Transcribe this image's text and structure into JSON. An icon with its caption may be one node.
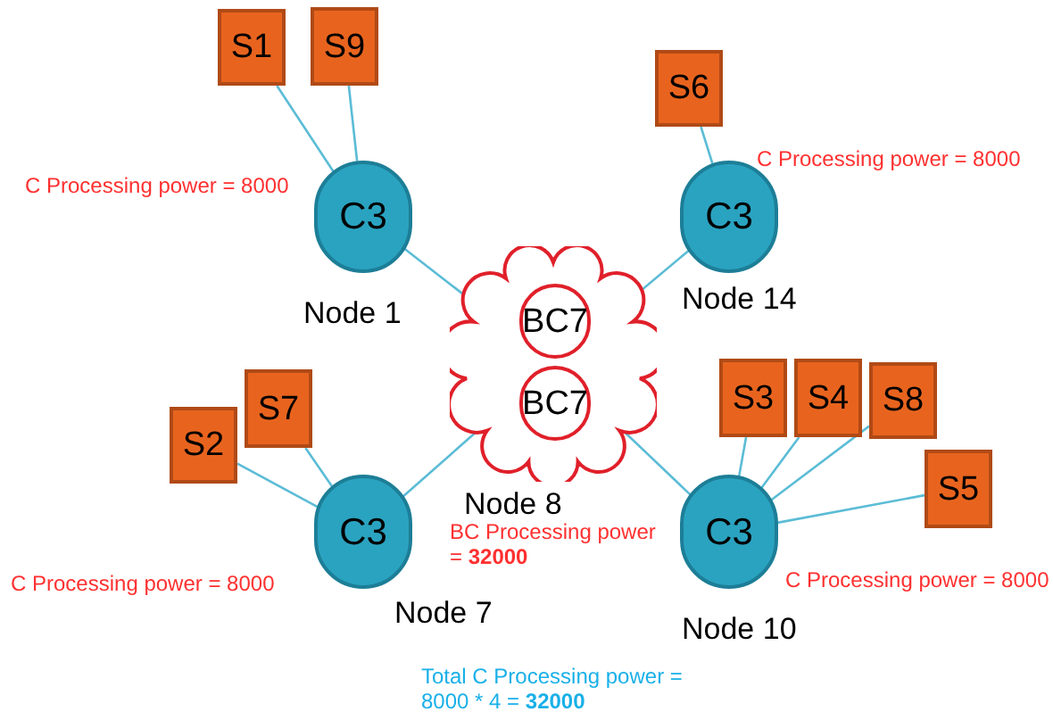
{
  "diagram": {
    "nodes": [
      {
        "text": [
          "S1"
        ]
      },
      {
        "text": [
          "S9"
        ]
      },
      {
        "text": [
          "S6"
        ]
      },
      {
        "text": [
          "C3"
        ],
        "beside": [
          "C Processing power = 8000",
          "Node 1"
        ]
      },
      {
        "text": [
          "C3"
        ],
        "beside": [
          "C Processing power = 8000",
          "Node 14"
        ]
      },
      {
        "text": [],
        "shape": "cloud",
        "beside": [
          "Node 8",
          "BC Processing power = **32000**"
        ]
      },
      {
        "text": [
          "BC7"
        ],
        "in": 5
      },
      {
        "text": [
          "BC7"
        ],
        "in": 5
      },
      {
        "text": [
          "S2"
        ]
      },
      {
        "text": [
          "S7"
        ]
      },
      {
        "text": [
          "S3"
        ]
      },
      {
        "text": [
          "S4"
        ]
      },
      {
        "text": [
          "S8"
        ]
      },
      {
        "text": [
          "S5"
        ]
      },
      {
        "text": [
          "C3"
        ],
        "beside": [
          "C Processing power = 8000",
          "Node 7"
        ]
      },
      {
        "text": [
          "C3"
        ],
        "beside": [
          "C Processing power = 8000",
          "Node 10"
        ]
      }
    ],
    "edges": [
      {
        "from": 0,
        "to": 3,
        "arrow": "none"
      },
      {
        "from": 1,
        "to": 3,
        "arrow": "none"
      },
      {
        "from": 2,
        "to": 4,
        "arrow": "none"
      },
      {
        "from": 3,
        "to": 5,
        "arrow": "none"
      },
      {
        "from": 4,
        "to": 5,
        "arrow": "none"
      },
      {
        "from": 8,
        "to": 14,
        "arrow": "none"
      },
      {
        "from": 9,
        "to": 14,
        "arrow": "none"
      },
      {
        "from": 14,
        "to": 5,
        "arrow": "none"
      },
      {
        "from": 10,
        "to": 15,
        "arrow": "none"
      },
      {
        "from": 11,
        "to": 15,
        "arrow": "none"
      },
      {
        "from": 12,
        "to": 15,
        "arrow": "none"
      },
      {
        "from": 13,
        "to": 15,
        "arrow": "none"
      },
      {
        "from": 15,
        "to": 5,
        "arrow": "none"
      }
    ],
    "labels": [
      "Total C Processing power = 8000 * 4 = **32000**"
    ]
  }
}
